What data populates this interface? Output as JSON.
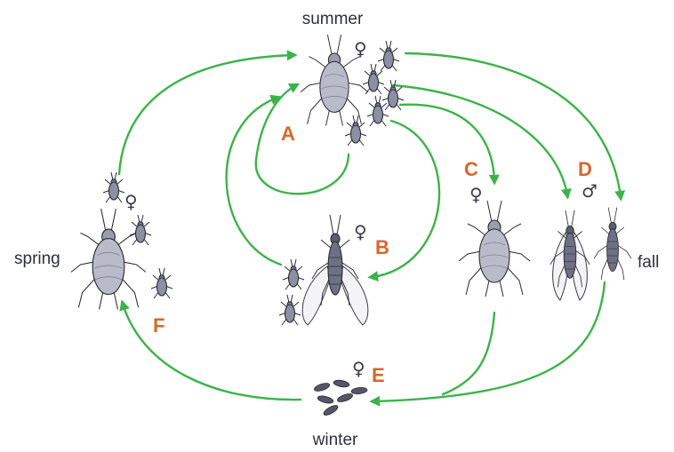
{
  "seasons": {
    "summer": "summer",
    "spring": "spring",
    "fall": "fall",
    "winter": "winter"
  },
  "stages": {
    "A": "A",
    "B": "B",
    "C": "C",
    "D": "D",
    "E": "E",
    "F": "F"
  },
  "symbols": {
    "female": "♀",
    "male": "♂"
  },
  "colors": {
    "arrow": "#3cb34a",
    "letter": "#d8662a",
    "insect_body": "#b9bcc8",
    "insect_dark": "#5a5d6e",
    "text": "#2f2f3e"
  }
}
